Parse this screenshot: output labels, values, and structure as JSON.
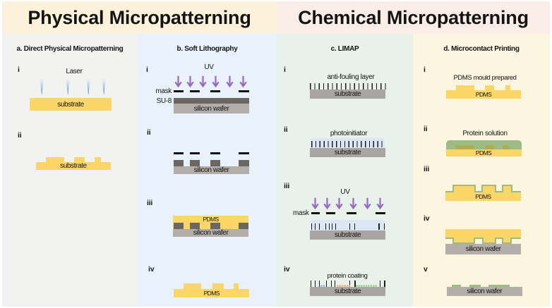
{
  "figure": {
    "physical_title": "Physical Micropatterning",
    "chemical_title": "Chemical Micropatterning"
  },
  "columns": {
    "a": {
      "header": "a. Direct Physical Micropatterning",
      "steps": {
        "i": {
          "label": "i",
          "caption": "Laser",
          "substrate": "substrate"
        },
        "ii": {
          "label": "ii",
          "substrate": "substrate"
        }
      }
    },
    "b": {
      "header": "b. Soft Lithography",
      "steps": {
        "i": {
          "label": "i",
          "caption": "UV",
          "mask": "mask",
          "su8": "SU-8",
          "wafer": "silicon wafer"
        },
        "ii": {
          "label": "ii",
          "wafer": "silicon wafer"
        },
        "iii": {
          "label": "iii",
          "pdms": "PDMS",
          "wafer": "silicon wafer"
        },
        "iv": {
          "label": "iv",
          "pdms": "PDMS"
        }
      }
    },
    "c": {
      "header": "c. LIMAP",
      "steps": {
        "i": {
          "label": "i",
          "caption": "anti-fouling layer",
          "substrate": "substrate"
        },
        "ii": {
          "label": "ii",
          "caption": "photoinitiator",
          "substrate": "substrate"
        },
        "iii": {
          "label": "iii",
          "caption": "UV",
          "mask": "mask",
          "substrate": "substrate"
        },
        "iv": {
          "label": "iv",
          "caption": "protein coating",
          "substrate": "substrate"
        }
      }
    },
    "d": {
      "header": "d. Microcontact Printing",
      "steps": {
        "i": {
          "label": "i",
          "caption": "PDMS mould prepared",
          "pdms": "PDMS"
        },
        "ii": {
          "label": "ii",
          "caption": "Protein solution",
          "pdms": "PDMS"
        },
        "iii": {
          "label": "iii",
          "pdms": "PDMS"
        },
        "iv": {
          "label": "iv",
          "wafer": "silicon wafer"
        },
        "v": {
          "label": "v",
          "wafer": "silicon wafer"
        }
      }
    }
  },
  "colors": {
    "physical_header_bg": "#FCF2DC",
    "chemical_header_bg": "#FAEDE8",
    "column_a_bg": "#F2F2F1",
    "column_b_bg": "#E9F1FA",
    "column_c_bg": "#E9F2EA",
    "column_d_bg": "#FCF5E0",
    "substrate_yellow": "#F9D666",
    "su8_dark_gray": "#6A6662",
    "wafer_gray": "#B3AEAA",
    "c_substrate_gray": "#A9A5A2",
    "uv_arrow_purple": "#9469BE",
    "laser_blue": "#4D7FB8",
    "protein_green": "#9DBB85",
    "olive_green": "#AFAC51",
    "photoinitiator_blue": "#DCE6F5",
    "dot_blue": "#7FAEE3",
    "dot_orange": "#F0A26E",
    "dot_green": "#95C87C"
  }
}
